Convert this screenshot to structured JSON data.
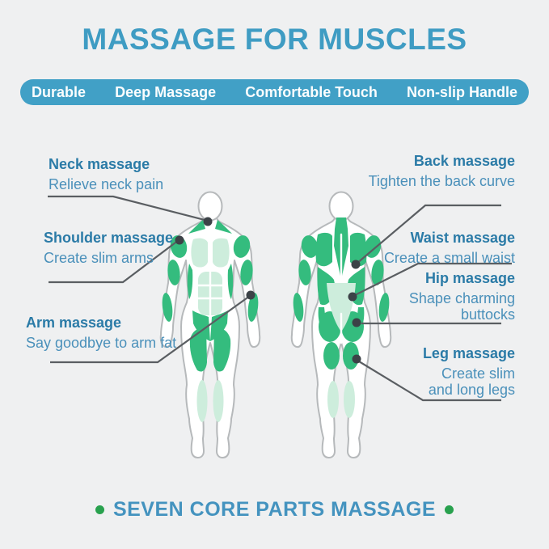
{
  "title": "MASSAGE FOR MUSCLES",
  "features": [
    "Durable",
    "Deep Massage",
    "Comfortable Touch",
    "Non-slip Handle"
  ],
  "callouts": {
    "neck": {
      "title": "Neck massage",
      "subtitle": "Relieve neck pain"
    },
    "shoulder": {
      "title": "Shoulder massage",
      "subtitle": "Create slim arms"
    },
    "arm": {
      "title": "Arm massage",
      "subtitle": "Say goodbye to arm fat"
    },
    "back": {
      "title": "Back massage",
      "subtitle": "Tighten the back curve"
    },
    "waist": {
      "title": "Waist massage",
      "subtitle": "Create a small waist"
    },
    "hip": {
      "title": "Hip massage",
      "subtitle": "Shape charming buttocks"
    },
    "leg": {
      "title": "Leg massage",
      "subtitle": "Create slim and long legs"
    }
  },
  "footer": {
    "text": "SEVEN CORE PARTS MASSAGE"
  },
  "colors": {
    "background": "#eff0f1",
    "accent_teal": "#3f9cc3",
    "label_title_blue": "#2b7ba7",
    "label_sub_blue": "#4a90ba",
    "muscle_green_dark": "#34bc7e",
    "muscle_green_light": "#cdeddc",
    "footer_dot_green": "#28a14e",
    "leader_line_gray": "#5a5e62"
  }
}
